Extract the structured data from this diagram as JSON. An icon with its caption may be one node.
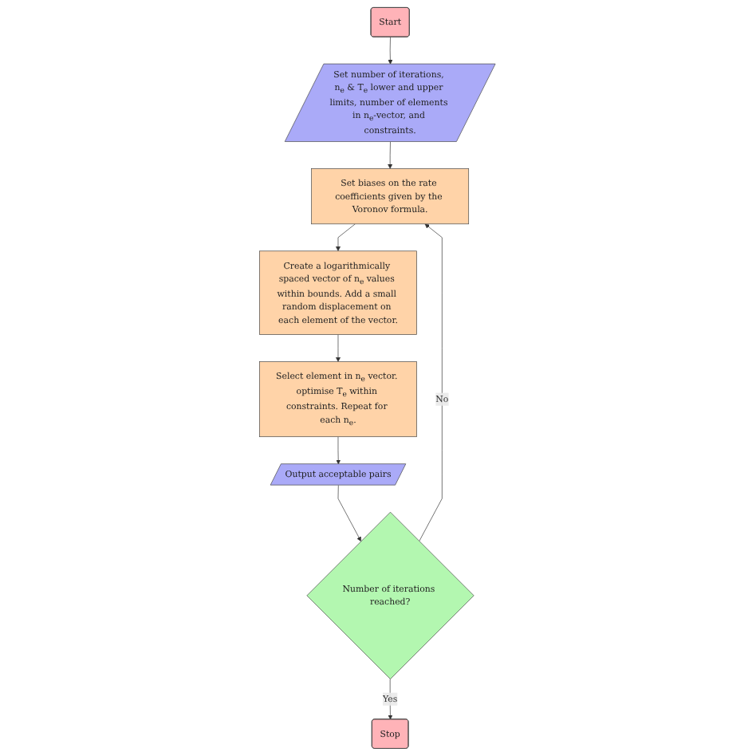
{
  "diagram": {
    "nodes": [
      {
        "text": [
          "Start"
        ]
      },
      {
        "text": [
          "Stop"
        ]
      },
      {
        "text": [
          "Set number of iterations, n$_{e}$ & T$_{e}$ lower and upper limits, number of elements in n$_{e}$-vector, and constraints."
        ]
      },
      {
        "text": [
          "Set biases on the rate coefficients given by the Voronov formula."
        ]
      },
      {
        "text": [
          "Number of iterations reached?"
        ]
      },
      {
        "text": [
          "Create a logarithmically spaced vector of n$_{e}$ values within bounds. Add a small random displacement on each element of the vector."
        ]
      },
      {
        "text": [
          "Select element in n$_{e}$ vector. optimise T$_{e}$ within constraints. Repeat for each n$_{e}$."
        ]
      },
      {
        "text": [
          "Output acceptable pairs"
        ]
      }
    ],
    "edges": [
      {
        "from": 0,
        "to": 2,
        "arrow": "to"
      },
      {
        "from": 2,
        "to": 3,
        "arrow": "to"
      },
      {
        "from": 3,
        "to": 5,
        "arrow": "to"
      },
      {
        "from": 5,
        "to": 6,
        "arrow": "to"
      },
      {
        "from": 6,
        "to": 7,
        "arrow": "to"
      },
      {
        "from": 7,
        "to": 4,
        "arrow": "to"
      },
      {
        "from": 4,
        "to": 3,
        "arrow": "to",
        "label": "No"
      },
      {
        "from": 4,
        "to": 1,
        "arrow": "to",
        "label": "Yes"
      }
    ]
  }
}
